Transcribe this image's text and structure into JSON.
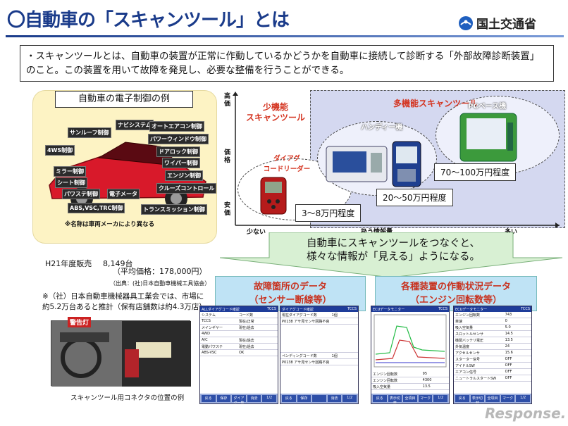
{
  "page_title": "〇自動車の「スキャンツール」とは",
  "ministry": "国土交通省",
  "intro": "・スキャンツールとは、自動車の装置が正常に作動しているかどうかを自動車に接続して診断する「外部故障診断装置」のこと。この装置を用いて故障を発見し、必要な整備を行うことができる。",
  "car": {
    "title": "自動車の電子制御の例",
    "labels": [
      "サンルーフ制御",
      "ナビシステム",
      "オートエアコン制御",
      "パワーウィンドウ制御",
      "4WS制御",
      "ドアロック制御",
      "ワイパー制御",
      "ミラー制御",
      "エンジン制御",
      "シート制御",
      "クルーズコントロール",
      "パワステ制御",
      "電子メータ",
      "ABS,VSC,TRC制御",
      "トランスミッション制御"
    ],
    "note": "※名称は車両メーカにより異なる"
  },
  "graph": {
    "y_high": "高価",
    "y_mid": "価格",
    "y_low": "安価",
    "x_low": "少ない",
    "x_mid": "扱う情報量",
    "x_high": "多い",
    "low_func": "少機能\nスキャンツール",
    "multi_func": "多機能スキャンツール",
    "diag": "ダイアグ\nコードリーダー",
    "handy": "ハンディー機",
    "pc": "PCベース機",
    "price_low": "3～8万円程度",
    "price_mid": "20～50万円程度",
    "price_high": "70～100万円程度"
  },
  "arrow_text": "自動車にスキャンツールをつなぐと、\n様々な情報が「見える」ようになる。",
  "box_fault": "故障箇所のデータ\n（センサー断線等）",
  "box_operation": "各種装置の作動状況データ\n（エンジン回転数等）",
  "sales": {
    "label": "H21年度販売",
    "count": "8,149台",
    "avg": "（平均価格：178,000円）",
    "source": "（出典：(社)日本自動車機械工具協会）",
    "note": "※（社）日本自動車機械器具工業会では、市場に\n約5.2万台あると推計（保有店舗数は約4.3万店）。"
  },
  "photo": {
    "warning": "警告灯",
    "caption": "スキャンツール用コネクタの位置の例"
  },
  "screens": [
    {
      "title": "ALLダイアグコード確認",
      "code": "TCCS",
      "rows": [
        "システム",
        "TCCS",
        "メインギヤー",
        "4WD",
        "A/C",
        "電動パワステ",
        "ABS-VSC"
      ],
      "vals": [
        "コード数",
        "現在/正常",
        "現在/過去",
        "",
        "現在/過去",
        "現在/過去",
        "OK"
      ],
      "btns": [
        "戻る",
        "保存",
        "ダイアグ一覧",
        "消去",
        "1/2"
      ]
    },
    {
      "title": "ダイアグコード確認",
      "code": "TCCS",
      "rows": [
        "現在ダイアグコード数",
        "P0138 アサ見センサ回路不良",
        "",
        "ペンディングコード数",
        "P0138 アサ見センサ回路不良"
      ],
      "vals": [
        "1個",
        "",
        "",
        "1個",
        ""
      ],
      "btns": [
        "戻る",
        "保存",
        "",
        "消去",
        "1/2"
      ]
    },
    {
      "title": "ECUデータモニター",
      "code": "TCCS",
      "rows": [
        "エンジン回転数",
        "エンジン回転数",
        "吸入空気量"
      ],
      "vals": [
        "95",
        "4300",
        "13.5"
      ],
      "btns": [
        "戻る",
        "表示切替",
        "全項目",
        "マーク",
        "1/2"
      ]
    },
    {
      "title": "ECUデータモニター",
      "code": "TCCS",
      "rows": [
        "エンジン回転数",
        "車速",
        "吸入空気量",
        "スロットルセンサ",
        "機関バッテリ電圧",
        "外気温度",
        "アクセルセンサ",
        "スターター信号",
        "アイドルSW",
        "エアコン信号",
        "ニュートラルスタートSW"
      ],
      "vals": [
        "743",
        "0",
        "5.0",
        "14.5",
        "13.5",
        "24",
        "15.6",
        "OFF",
        "OFF",
        "OFF",
        "OFF"
      ],
      "btns": [
        "戻る",
        "表示切替",
        "全項目",
        "マーク",
        "1/2"
      ]
    }
  ],
  "watermark": "Response."
}
